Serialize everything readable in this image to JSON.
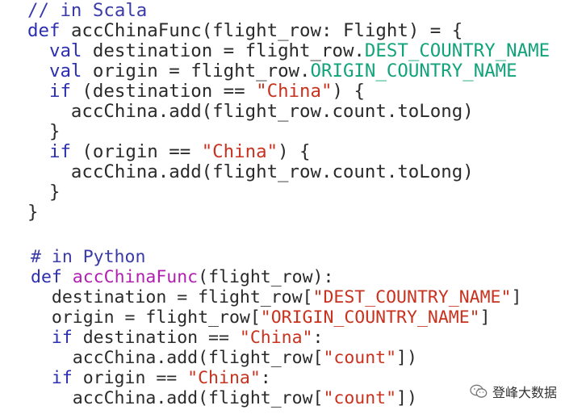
{
  "scala": {
    "comment": "// in Scala",
    "l2": {
      "kw": "def",
      "name": "accChinaFunc(flight_row: Flight) = {"
    },
    "l3": {
      "indent": "  ",
      "kw": "val",
      "mid": " destination = flight_row.",
      "field": "DEST_COUNTRY_NAME"
    },
    "l4": {
      "indent": "  ",
      "kw": "val",
      "mid": " origin = flight_row.",
      "field": "ORIGIN_COUNTRY_NAME"
    },
    "l5": {
      "indent": "  ",
      "kw": "if",
      "pre": " (destination == ",
      "str": "\"China\"",
      "post": ") {"
    },
    "l6": "    accChina.add(flight_row.count.toLong)",
    "l7": "  }",
    "l8": {
      "indent": "  ",
      "kw": "if",
      "pre": " (origin == ",
      "str": "\"China\"",
      "post": ") {"
    },
    "l9": "    accChina.add(flight_row.count.toLong)",
    "l10": "  }",
    "l11": "}"
  },
  "python": {
    "comment": "# in Python",
    "l2": {
      "kw": "def",
      "fn": "accChinaFunc",
      "rest": "(flight_row):"
    },
    "l3": {
      "pre": "  destination = flight_row[",
      "str": "\"DEST_COUNTRY_NAME\"",
      "post": "]"
    },
    "l4": {
      "pre": "  origin = flight_row[",
      "str": "\"ORIGIN_COUNTRY_NAME\"",
      "post": "]"
    },
    "l5": {
      "indent": "  ",
      "kw": "if",
      "pre": " destination == ",
      "str": "\"China\"",
      "post": ":"
    },
    "l6": {
      "pre": "    accChina.add(flight_row[",
      "str": "\"count\"",
      "post": "])"
    },
    "l7": {
      "indent": "  ",
      "kw": "if",
      "pre": " origin == ",
      "str": "\"China\"",
      "post": ":"
    },
    "l8": {
      "pre": "    accChina.add(flight_row[",
      "str": "\"count\"",
      "post": "])"
    }
  },
  "watermark": {
    "text": "登峰大数据",
    "icon": "wechat-icon"
  },
  "colors": {
    "keyword": "#2b2fb0",
    "string": "#c8321e",
    "field": "#12a37a",
    "function": "#b01fb0",
    "text": "#2a2a2a"
  }
}
